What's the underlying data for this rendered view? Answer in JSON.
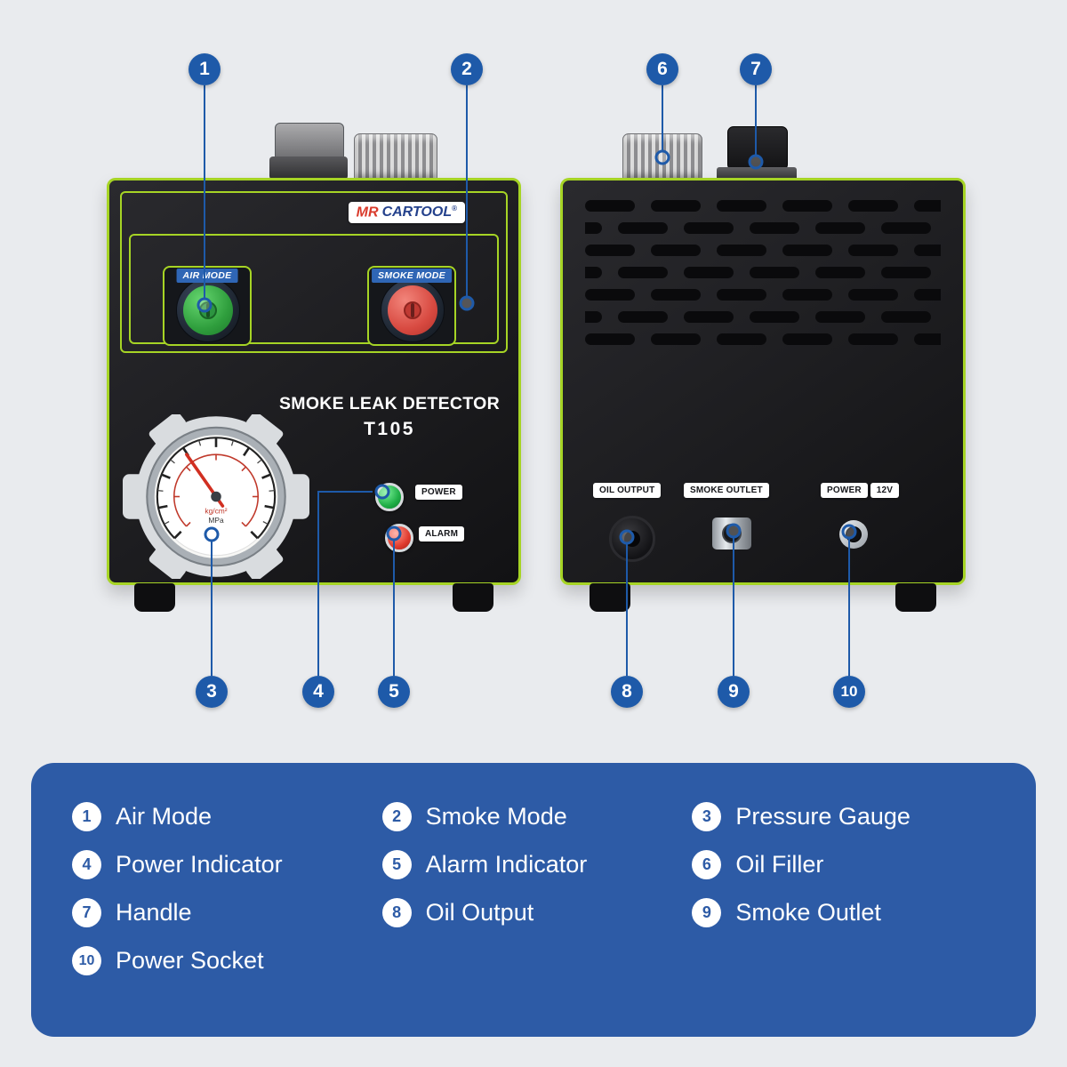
{
  "device": {
    "brand": {
      "mr": "MR",
      "cartool": "CARTOOL",
      "reg": "®"
    },
    "front": {
      "air_mode": "AIR MODE",
      "smoke_mode": "SMOKE MODE",
      "title": "SMOKE LEAK DETECTOR",
      "model": "T105",
      "power": "POWER",
      "alarm": "ALARM",
      "gauge_unit_top": "kg/cm²",
      "gauge_unit_bottom": "MPa"
    },
    "back": {
      "oil_output": "OIL OUTPUT",
      "smoke_outlet": "SMOKE OUTLET",
      "power": "POWER",
      "voltage": "12V"
    }
  },
  "callouts": [
    {
      "num": "1"
    },
    {
      "num": "2"
    },
    {
      "num": "3"
    },
    {
      "num": "4"
    },
    {
      "num": "5"
    },
    {
      "num": "6"
    },
    {
      "num": "7"
    },
    {
      "num": "8"
    },
    {
      "num": "9"
    },
    {
      "num": "10"
    }
  ],
  "legend": {
    "items": [
      {
        "num": "1",
        "label": "Air Mode"
      },
      {
        "num": "2",
        "label": "Smoke Mode"
      },
      {
        "num": "3",
        "label": "Pressure Gauge"
      },
      {
        "num": "4",
        "label": "Power Indicator"
      },
      {
        "num": "5",
        "label": "Alarm Indicator"
      },
      {
        "num": "6",
        "label": "Oil Filler"
      },
      {
        "num": "7",
        "label": "Handle"
      },
      {
        "num": "8",
        "label": "Oil Output"
      },
      {
        "num": "9",
        "label": "Smoke Outlet"
      },
      {
        "num": "10",
        "label": "Power Socket"
      }
    ]
  },
  "colors": {
    "accent_blue": "#1e5aa9",
    "legend_bg": "#2d5ba6",
    "lime": "#a6d425",
    "button_green": "#2f9e3d",
    "button_red": "#d84a41"
  }
}
